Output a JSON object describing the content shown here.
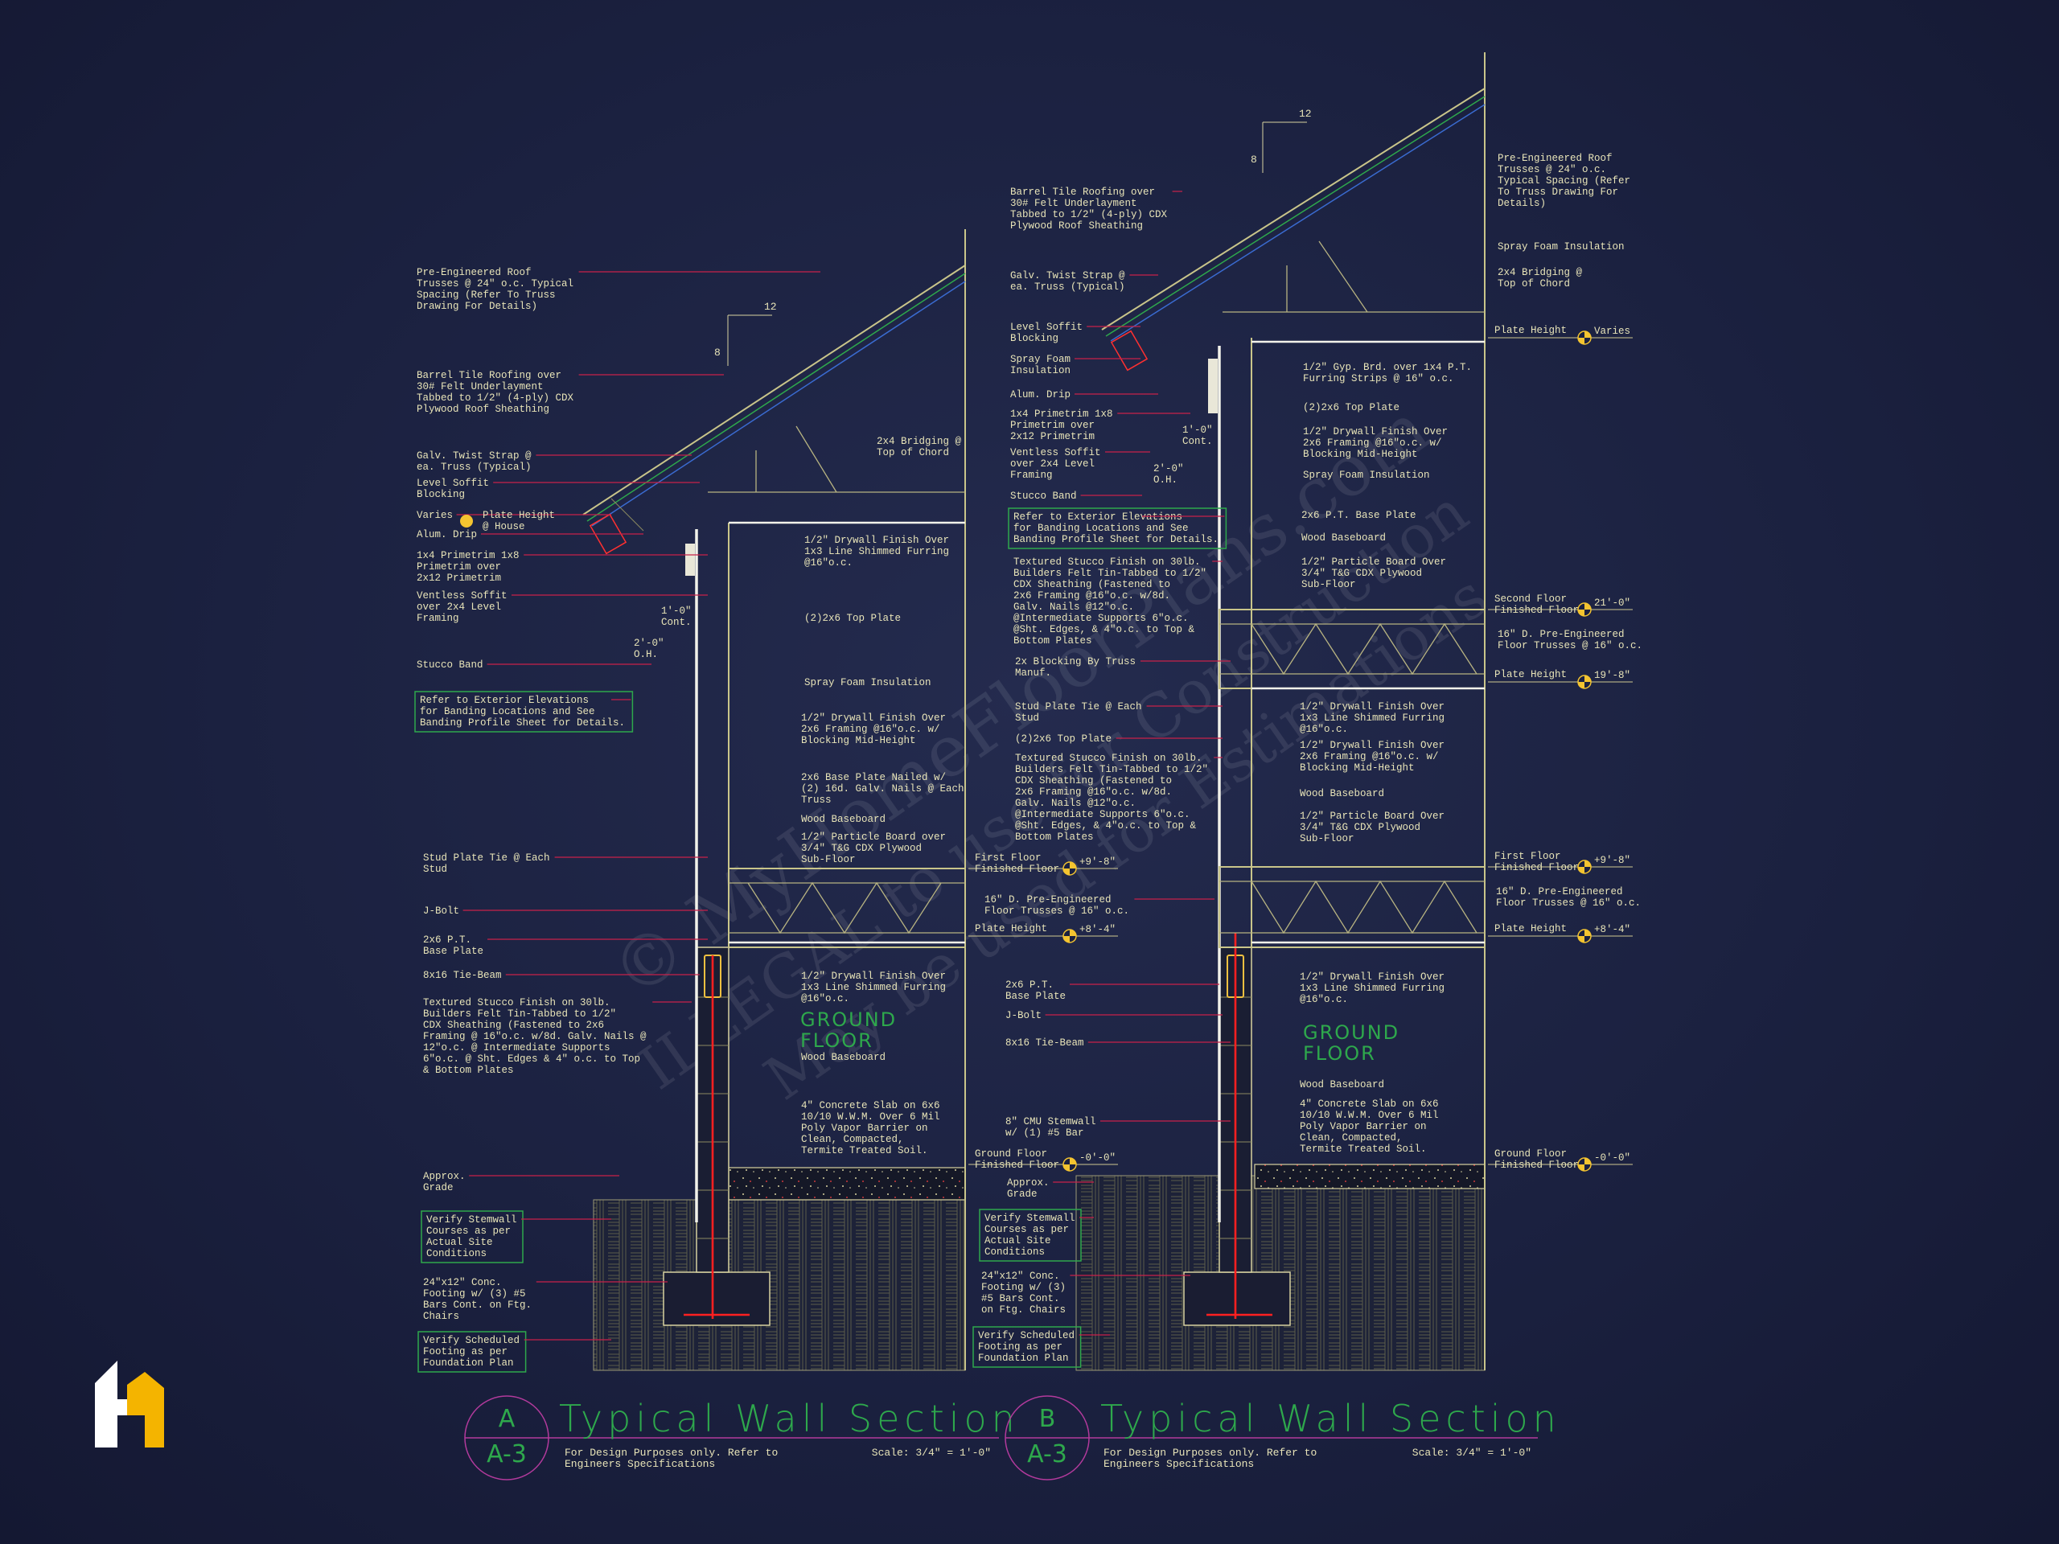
{
  "watermark": {
    "line1": "© MyHomeFloorPlans.com",
    "line2": "ILLEGAL to use for Construction",
    "line3": "May be used for Estimations"
  },
  "colors": {
    "background": "#1b2140",
    "leader": "#c8214a",
    "title": "#2ea84c",
    "text": "#e8e4b8",
    "rebar": "#ff2020"
  },
  "logo": {
    "icon": "house-h-logo-icon"
  },
  "section_a": {
    "id_letter": "A",
    "id_sheet": "A-3",
    "title": "Typical Wall Section",
    "note": "For Design Purposes only. Refer to\nEngineers Specifications",
    "scale": "Scale: 3/4\" = 1'-0\"",
    "pitch_rise": "8",
    "pitch_run": "12",
    "floor_label": "GROUND\nFLOOR",
    "overhang": "2'-0\"\nO.H.",
    "overhang2": "1'-0\"\nCont.",
    "left_notes": [
      "Pre-Engineered Roof\nTrusses @ 24\" o.c. Typical\nSpacing (Refer To Truss\nDrawing For Details)",
      "Barrel Tile Roofing over\n30# Felt Underlayment\nTabbed to 1/2\" (4-ply) CDX\nPlywood Roof Sheathing",
      "Galv. Twist Strap @\nea. Truss (Typical)",
      "Level Soffit\nBlocking",
      "Varies",
      "Alum. Drip",
      "1x4 Primetrim 1x8\nPrimetrim over\n2x12 Primetrim",
      "Ventless Soffit\nover 2x4 Level\nFraming",
      "Stucco Band",
      "Refer to Exterior Elevations\nfor Banding Locations and See\nBanding Profile Sheet for Details.",
      "Stud Plate Tie @ Each\nStud",
      "J-Bolt",
      "2x6 P.T.\nBase Plate",
      "8x16 Tie-Beam",
      "Textured Stucco Finish on 30lb.\nBuilders Felt Tin-Tabbed to 1/2\"\nCDX Sheathing (Fastened to 2x6\nFraming @ 16\"o.c. w/8d. Galv. Nails @\n12\"o.c. @ Intermediate Supports\n6\"o.c. @ Sht. Edges & 4\" o.c. to Top\n& Bottom Plates",
      "Approx.\nGrade",
      "Verify Stemwall\nCourses as per\nActual Site\nConditions",
      "24\"x12\" Conc.\nFooting w/ (3) #5\nBars Cont. on Ftg.\nChairs",
      "Verify Scheduled\nFooting as per\nFoundation Plan"
    ],
    "plate_height_house": "Plate Height\n@ House",
    "inner_notes": [
      "2x4 Bridging @\nTop of Chord",
      "1/2\" Drywall Finish Over\n1x3 Line Shimmed Furring\n@16\"o.c.",
      "(2)2x6 Top Plate",
      "Spray Foam Insulation",
      "1/2\" Drywall Finish Over\n2x6 Framing @16\"o.c. w/\nBlocking Mid-Height",
      "2x6 Base Plate Nailed w/\n(2) 16d. Galv. Nails @ Each\nTruss",
      "Wood Baseboard",
      "1/2\" Particle Board over\n3/4\" T&G CDX Plywood\nSub-Floor",
      "1/2\" Drywall Finish Over\n1x3 Line Shimmed Furring\n@16\"o.c.",
      "Wood Baseboard",
      "4\" Concrete Slab on 6x6\n10/10 W.W.M. Over 6 Mil\nPoly Vapor Barrier on\nClean, Compacted,\nTermite Treated Soil."
    ]
  },
  "section_b": {
    "id_letter": "B",
    "id_sheet": "A-3",
    "title": "Typical Wall Section",
    "note": "For Design Purposes only. Refer to\nEngineers Specifications",
    "scale": "Scale: 3/4\" = 1'-0\"",
    "pitch_rise": "8",
    "pitch_run": "12",
    "floor_label": "GROUND\nFLOOR",
    "overhang": "2'-0\"\nO.H.",
    "overhang2": "1'-0\"\nCont.",
    "left_notes": [
      "Barrel Tile Roofing over\n30# Felt Underlayment\nTabbed to 1/2\" (4-ply) CDX\nPlywood Roof Sheathing",
      "Galv. Twist Strap @\nea. Truss (Typical)",
      "Level Soffit\nBlocking",
      "Spray Foam\nInsulation",
      "Alum. Drip",
      "1x4 Primetrim 1x8\nPrimetrim over\n2x12 Primetrim",
      "Ventless Soffit\nover 2x4 Level\nFraming",
      "Stucco Band",
      "Refer to Exterior Elevations\nfor Banding Locations and See\nBanding Profile Sheet for Details.",
      "Textured Stucco Finish on 30lb.\nBuilders Felt Tin-Tabbed to 1/2\"\nCDX Sheathing (Fastened to\n2x6 Framing @16\"o.c. w/8d.\nGalv. Nails @12\"o.c.\n@Intermediate Supports 6\"o.c.\n@Sht. Edges, & 4\"o.c. to Top &\nBottom Plates",
      "2x Blocking By Truss\nManuf.",
      "Stud Plate Tie @ Each\nStud",
      "(2)2x6 Top Plate",
      "Textured Stucco Finish on 30lb.\nBuilders Felt Tin-Tabbed to 1/2\"\nCDX Sheathing (Fastened to\n2x6 Framing @16\"o.c. w/8d.\nGalv. Nails @12\"o.c.\n@Intermediate Supports 6\"o.c.\n@Sht. Edges, & 4\"o.c. to Top &\nBottom Plates",
      "16\" D. Pre-Engineered\nFloor Trusses @ 16\" o.c.",
      "2x6 P.T.\nBase Plate",
      "J-Bolt",
      "8x16 Tie-Beam",
      "8\" CMU Stemwall\nw/ (1) #5 Bar",
      "Approx.\nGrade",
      "Verify Stemwall\nCourses as per\nActual Site\nConditions",
      "24\"x12\" Conc.\nFooting w/ (3)\n#5 Bars Cont.\non Ftg. Chairs",
      "Verify Scheduled\nFooting as per\nFoundation Plan"
    ],
    "inner_notes": [
      "1/2\" Gyp. Brd. over 1x4 P.T.\nFurring Strips @ 16\" o.c.",
      "(2)2x6 Top Plate",
      "1/2\" Drywall Finish Over\n2x6 Framing @16\"o.c. w/\nBlocking Mid-Height",
      "Spray Foam Insulation",
      "2x6 P.T. Base Plate",
      "Wood Baseboard",
      "1/2\" Particle Board Over\n3/4\" T&G CDX Plywood\nSub-Floor",
      "1/2\" Drywall Finish Over\n1x3 Line Shimmed Furring\n@16\"o.c.",
      "1/2\" Drywall Finish Over\n2x6 Framing @16\"o.c. w/\nBlocking Mid-Height",
      "Wood Baseboard",
      "1/2\" Particle Board Over\n3/4\" T&G CDX Plywood\nSub-Floor",
      "1/2\" Drywall Finish Over\n1x3 Line Shimmed Furring\n@16\"o.c.",
      "Wood Baseboard",
      "4\" Concrete Slab on 6x6\n10/10 W.W.M. Over 6 Mil\nPoly Vapor Barrier on\nClean, Compacted,\nTermite Treated Soil."
    ],
    "right_notes": [
      "Pre-Engineered Roof\nTrusses @ 24\" o.c.\nTypical Spacing (Refer\nTo Truss Drawing For\nDetails)",
      "Spray Foam Insulation",
      "2x4 Bridging @\nTop of Chord",
      "16\" D. Pre-Engineered\nFloor Trusses @ 16\" o.c.",
      "16\" D. Pre-Engineered\nFloor Trusses @ 16\" o.c."
    ]
  },
  "datums_a": [
    {
      "label": "First Floor\nFinished Floor",
      "value": "+9'-8\""
    },
    {
      "label": "Plate Height",
      "value": "+8'-4\""
    },
    {
      "label": "Ground Floor\nFinished Floor",
      "value": "-0'-0\""
    }
  ],
  "datums_b": [
    {
      "label": "Plate Height",
      "value": "Varies"
    },
    {
      "label": "Second Floor\nFinished Floor",
      "value": "21'-0\""
    },
    {
      "label": "Plate Height",
      "value": "19'-8\""
    },
    {
      "label": "First Floor\nFinished Floor",
      "value": "+9'-8\""
    },
    {
      "label": "Plate Height",
      "value": "+8'-4\""
    },
    {
      "label": "Ground Floor\nFinished Floor",
      "value": "-0'-0\""
    }
  ]
}
